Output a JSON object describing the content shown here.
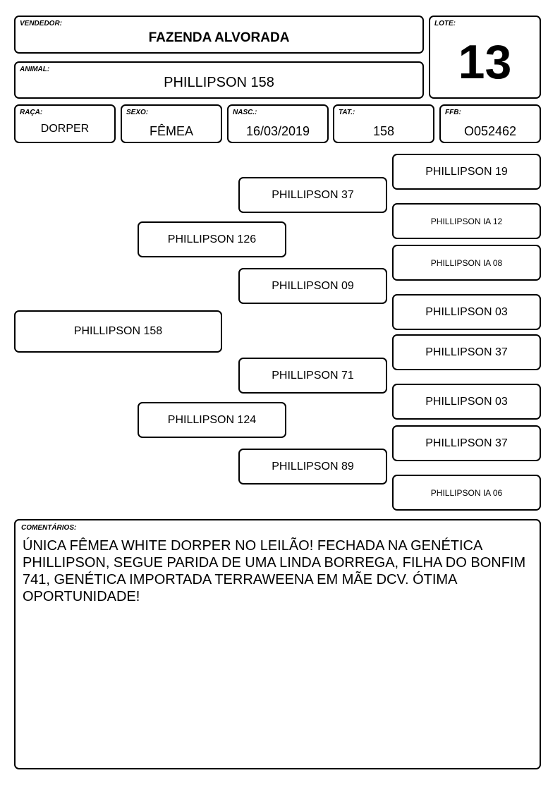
{
  "header": {
    "vendedor_label": "VENDEDOR:",
    "vendedor": "FAZENDA ALVORADA",
    "animal_label": "ANIMAL:",
    "animal": "PHILLIPSON 158",
    "lote_label": "LOTE:",
    "lote": "13"
  },
  "info": {
    "raca_label": "RAÇA:",
    "raca": "DORPER",
    "sexo_label": "SEXO:",
    "sexo": "FÊMEA",
    "nasc_label": "NASC.:",
    "nasc": "16/03/2019",
    "tat_label": "TAT.:",
    "tat": "158",
    "ffb_label": "FFB:",
    "ffb": "O052462"
  },
  "pedigree": {
    "animal": "PHILLIPSON 158",
    "sire": "PHILLIPSON 126",
    "dam": "PHILLIPSON 124",
    "sire_sire": "PHILLIPSON 37",
    "sire_dam": "PHILLIPSON 09",
    "dam_sire": "PHILLIPSON 71",
    "dam_dam": "PHILLIPSON 89",
    "gg": [
      "PHILLIPSON 19",
      "PHILLIPSON IA 12",
      "PHILLIPSON IA 08",
      "PHILLIPSON 03",
      "PHILLIPSON 37",
      "PHILLIPSON 03",
      "PHILLIPSON 37",
      "PHILLIPSON IA 06"
    ]
  },
  "comments": {
    "label": "COMENTÁRIOS:",
    "text": "ÚNICA FÊMEA WHITE DORPER NO LEILÃO! FECHADA NA GENÉTICA PHILLIPSON, SEGUE PARIDA DE UMA LINDA BORREGA, FILHA DO BONFIM 741, GENÉTICA IMPORTADA TERRAWEENA EM MÃE DCV. ÓTIMA OPORTUNIDADE!"
  }
}
